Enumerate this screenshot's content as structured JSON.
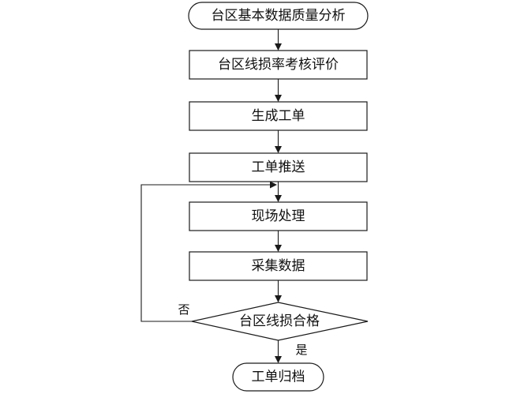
{
  "flowchart": {
    "start": "台区基本数据质量分析",
    "step_evaluate": "台区线损率考核评价",
    "step_generate": "生成工单",
    "step_push": "工单推送",
    "step_onsite": "现场处理",
    "step_collect": "采集数据",
    "decision": "台区线损合格",
    "edge_no": "否",
    "edge_yes": "是",
    "end": "工单归档"
  }
}
